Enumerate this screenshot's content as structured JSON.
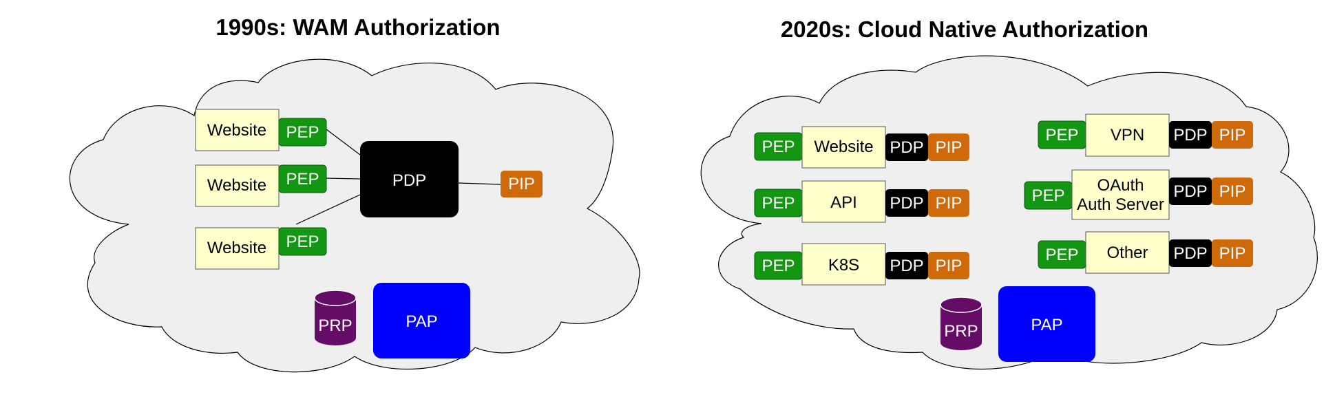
{
  "left_panel": {
    "title": "1990s: WAM Authorization",
    "websites": [
      "Website",
      "Website",
      "Website"
    ],
    "peps": [
      "PEP",
      "PEP",
      "PEP"
    ],
    "pdp": "PDP",
    "pip": "PIP",
    "prp": "PRP",
    "pap": "PAP"
  },
  "right_panel": {
    "title": "2020s: Cloud Native Authorization",
    "left_column": [
      {
        "pep": "PEP",
        "service": "Website",
        "pdp": "PDP",
        "pip": "PIP"
      },
      {
        "pep": "PEP",
        "service": "API",
        "pdp": "PDP",
        "pip": "PIP"
      },
      {
        "pep": "PEP",
        "service": "K8S",
        "pdp": "PDP",
        "pip": "PIP"
      }
    ],
    "right_column": [
      {
        "pep": "PEP",
        "service": "VPN",
        "pdp": "PDP",
        "pip": "PIP"
      },
      {
        "pep": "PEP",
        "service_line1": "OAuth",
        "service_line2": "Auth Server",
        "pdp": "PDP",
        "pip": "PIP"
      },
      {
        "pep": "PEP",
        "service": "Other",
        "pdp": "PDP",
        "pip": "PIP"
      }
    ],
    "prp": "PRP",
    "pap": "PAP"
  },
  "colors": {
    "cloud_fill": "#efefef",
    "service_fill": "#ffffcc",
    "pep": "#139611",
    "pdp": "#000000",
    "pip": "#ce6a0a",
    "pap": "#0000ff",
    "prp": "#650c67"
  }
}
